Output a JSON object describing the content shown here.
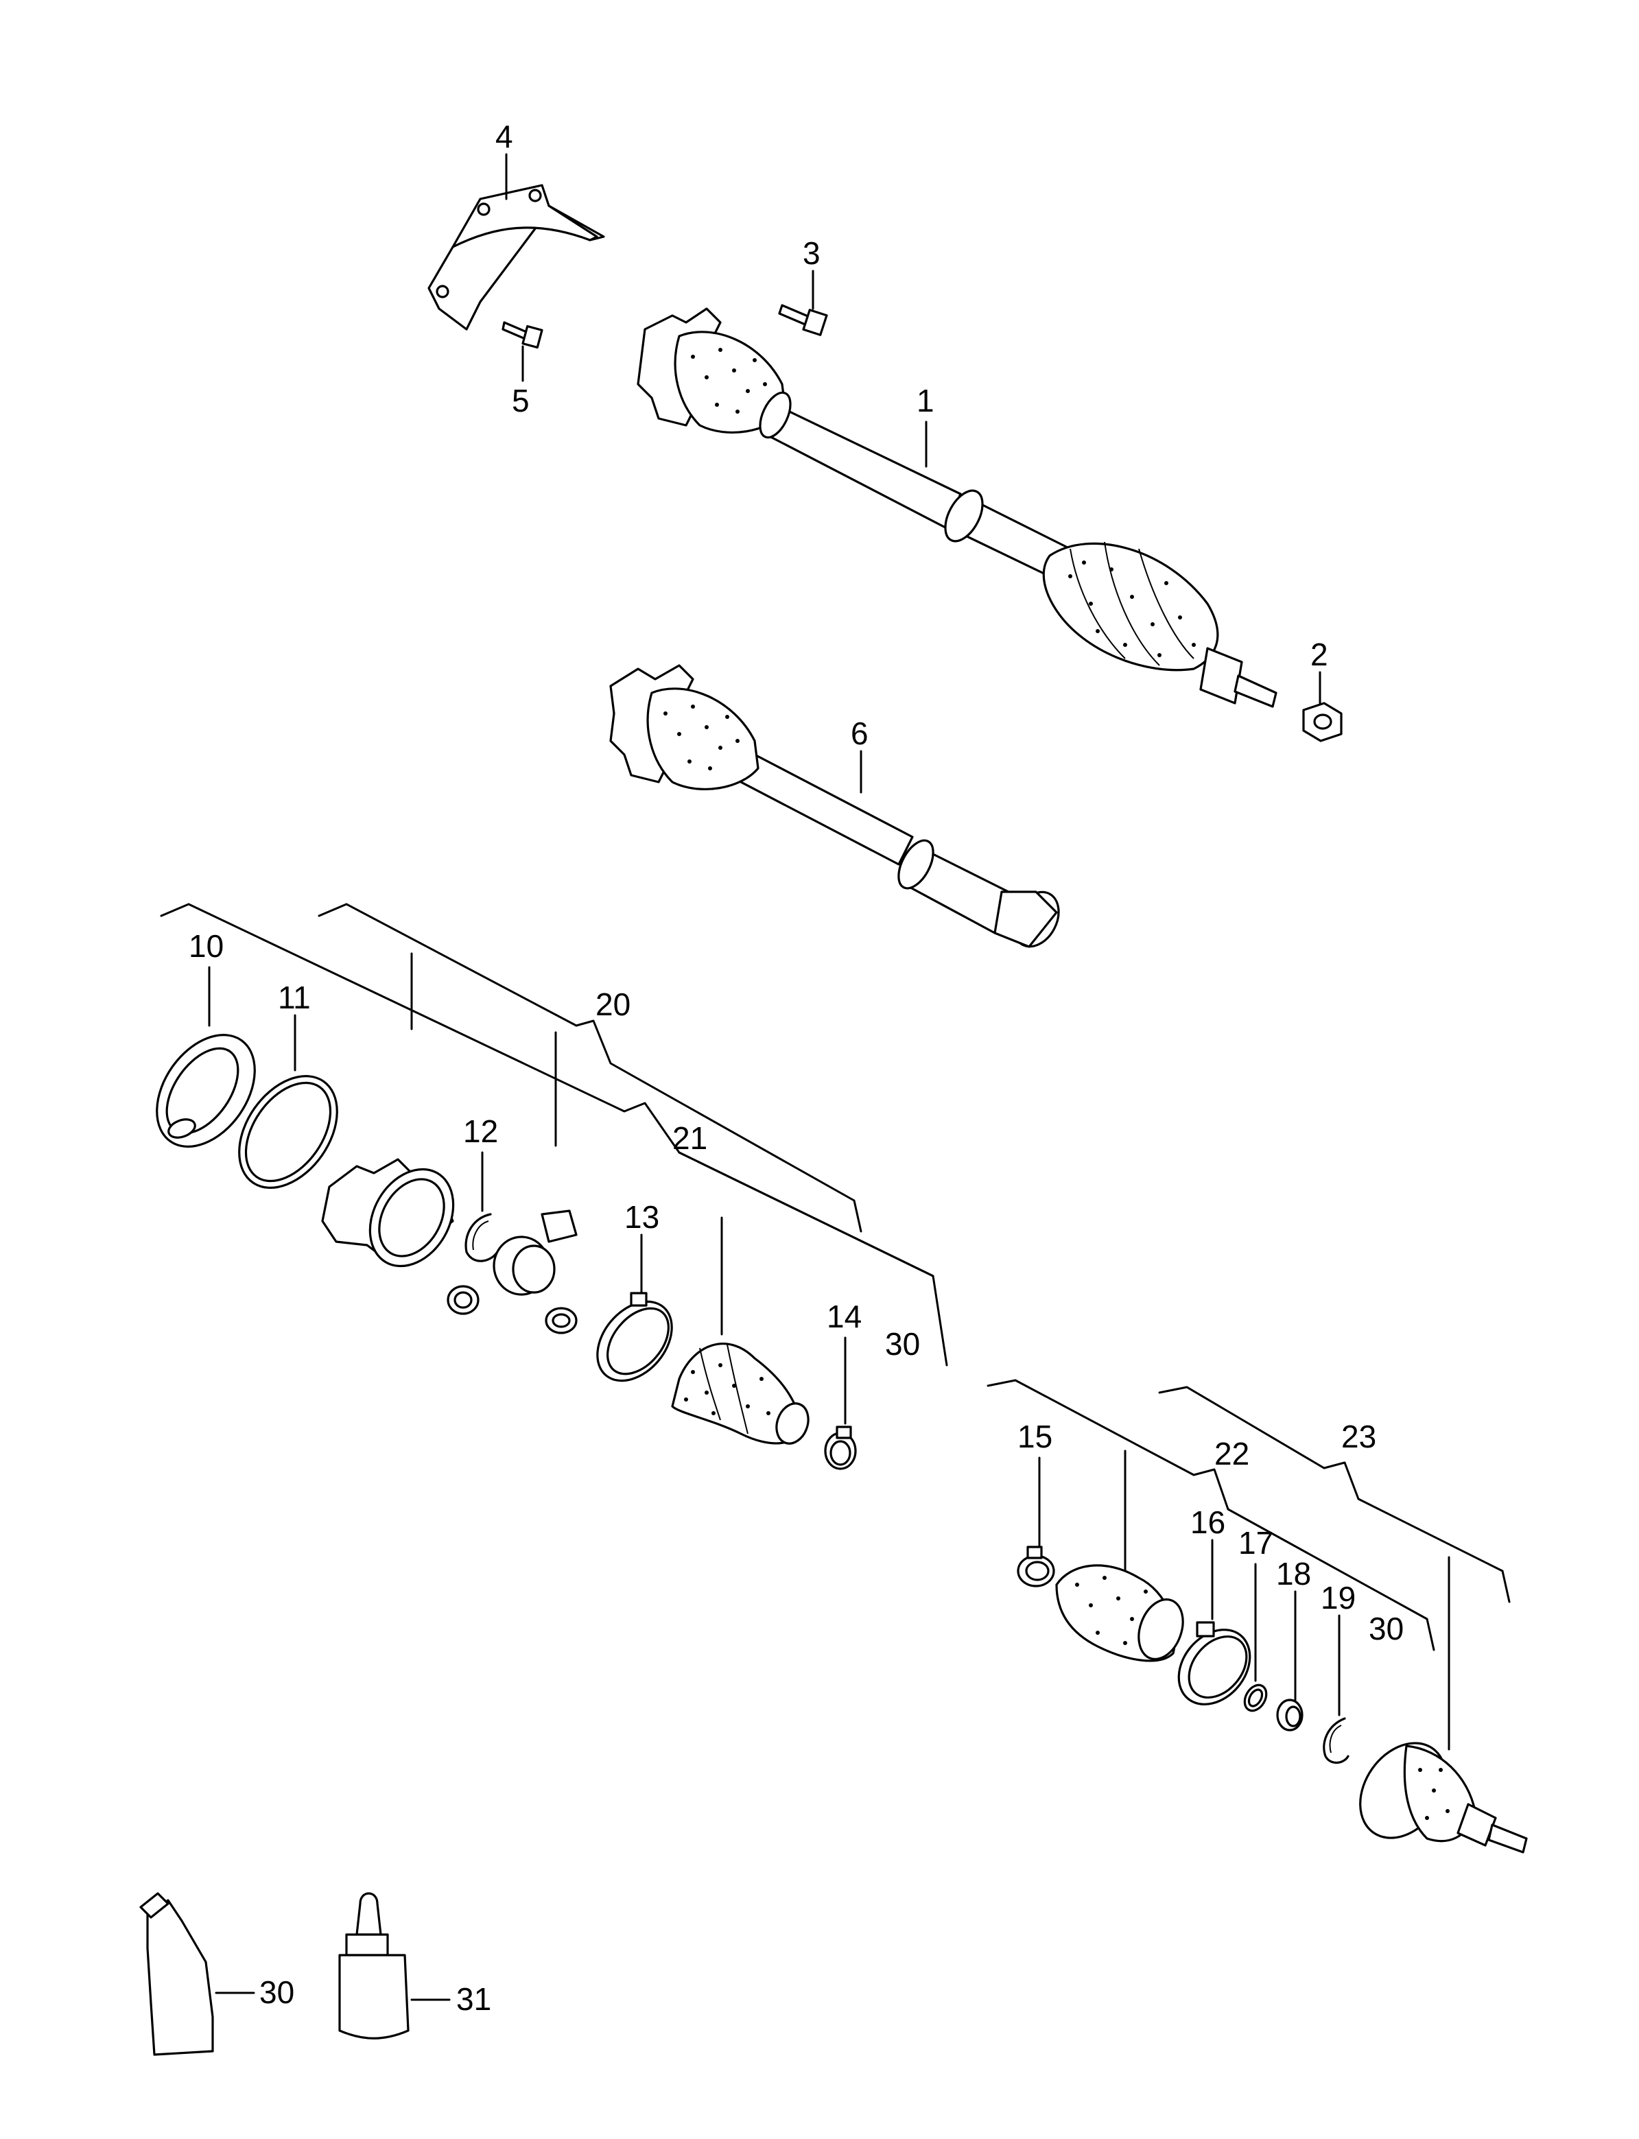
{
  "callouts": {
    "c1": "1",
    "c2": "2",
    "c3": "3",
    "c4": "4",
    "c5": "5",
    "c6": "6",
    "c10": "10",
    "c11": "11",
    "c12": "12",
    "c13": "13",
    "c14": "14",
    "c15": "15",
    "c16": "16",
    "c17": "17",
    "c18": "18",
    "c19": "19",
    "c20": "20",
    "c21": "21",
    "c22": "22",
    "c23": "23",
    "c30a": "30",
    "c30b": "30",
    "c30c": "30",
    "c31": "31"
  }
}
